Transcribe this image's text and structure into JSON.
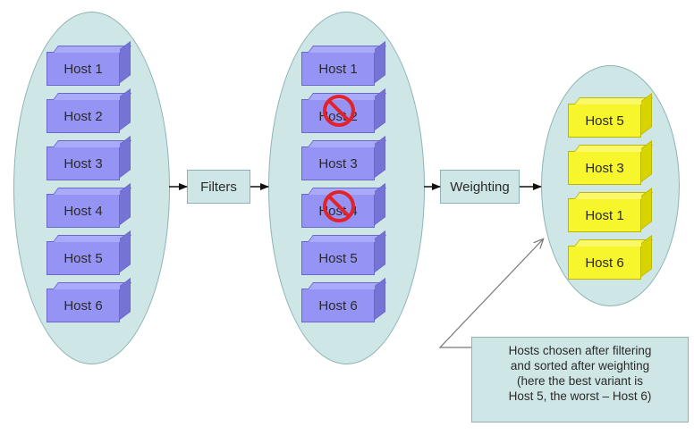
{
  "all_hosts": [
    "Host 1",
    "Host 2",
    "Host 3",
    "Host 4",
    "Host 5",
    "Host 6"
  ],
  "filtered_hosts": [
    {
      "label": "Host 1",
      "excluded": false
    },
    {
      "label": "Host 2",
      "excluded": true
    },
    {
      "label": "Host 3",
      "excluded": false
    },
    {
      "label": "Host 4",
      "excluded": true
    },
    {
      "label": "Host 5",
      "excluded": false
    },
    {
      "label": "Host 6",
      "excluded": false
    }
  ],
  "weighted_hosts": [
    "Host 5",
    "Host 3",
    "Host 1",
    "Host 6"
  ],
  "steps": {
    "filter_label": "Filters",
    "weighting_label": "Weighting"
  },
  "note": {
    "text": "Hosts chosen after filtering\nand sorted after weighting\n(here the best variant is\nHost 5, the worst – Host 6)"
  },
  "colors": {
    "group_fill": "#cfe6e6",
    "host_fill": "#9594f4",
    "chosen_host_fill": "#f7f52c",
    "excluded_marker": "#e2232a"
  },
  "icons": {
    "excluded_marker": "prohibited-icon"
  }
}
